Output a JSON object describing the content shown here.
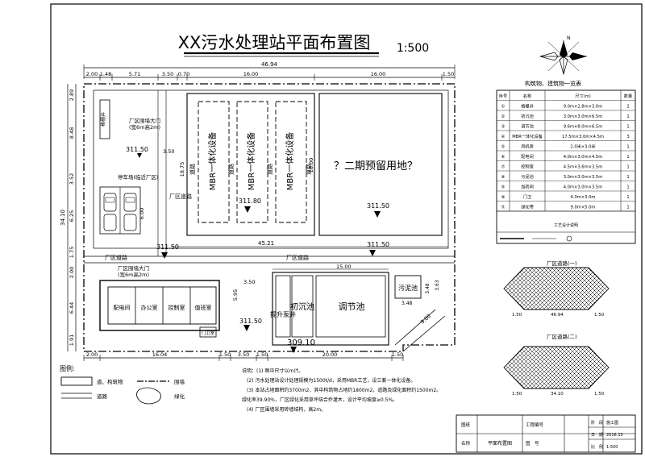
{
  "title": "XX污水处理站平面布置图",
  "scale": "1:500",
  "dims_top": {
    "total": "46.94",
    "segments": [
      "2.00",
      "1.48",
      "5.71",
      "3.50",
      "0.70",
      "16.00",
      "16.00",
      "1.50"
    ]
  },
  "dims_bottom": [
    "2.00",
    "16.04",
    "1.50",
    "3.50",
    "1.50",
    "20.00",
    "1.50"
  ],
  "dims_left": [
    "2.89",
    "8.48",
    "3.52",
    "6.25",
    "34.10",
    "1.75",
    "2.00",
    "6.44",
    "1.91"
  ],
  "labels": {
    "mbr1": "MBR一体化设备",
    "mbr2": "MBR一体化设备",
    "mbr3": "MBR一体化设备",
    "road": "道路",
    "phase2": "？二期预留用地？",
    "factory_road": "厂区道路",
    "factory_road2": "厂区道路",
    "factory_road3": "厂区道路",
    "gate_top": "厂区围墙大门",
    "gate_top_w": "(宽6m高2m)",
    "gate_mid": "厂区围墙大门",
    "gate_mid_w": "(宽6m高2m)",
    "parking": "停车场(临近厂区)",
    "sludge": "污泥池",
    "equalize": "调节池",
    "primary": "初沉池",
    "grit": "格栅井",
    "pump": "提升泵井",
    "dist": "配电间",
    "office": "办公室",
    "control": "控制室",
    "toilet": "值班室",
    "guard": "门卫室",
    "elev_1": "311.50",
    "elev_2": "311.80",
    "elev_3": "311.50",
    "elev_4": "311.50",
    "elev_5": "311.50",
    "elev_6": "311.50",
    "elev_bottom": "309.10",
    "width_1": "15.00",
    "width_2": "45.21",
    "width_3": "18.75",
    "width_4": "18.00",
    "width_5": "6.00",
    "width_6": "3.50",
    "width_7": "3.48",
    "width_8": "3.48",
    "width_9": "9.00",
    "width_10": "5.95",
    "width_11": "3.63"
  },
  "legend": {
    "title": "图例:",
    "item1": "道、构筑物",
    "item2": "围墙",
    "item3": "道路",
    "item4": "绿化"
  },
  "notes": [
    "说明：(1) 图中尺寸以m计。",
    "(2) 污水处理站设计处理规模为1500t/d，采用MBR工艺，设三套一体化设备。",
    "(3) 本站占地面积约3700m2，其中构筑物占地约1800m2，道路及绿化面积约1500m2。",
    "绿化率39.90%，厂区绿化采用草坪结合乔灌木，设计平均坡度≥0.5%。",
    "(4) 厂区围墙采用砖墙结构，高2m。"
  ],
  "compass_label": "N",
  "table": {
    "title": "构筑物、建筑物一览表",
    "headers": [
      "序号",
      "名称",
      "尺寸(m)",
      "数量"
    ],
    "rows": [
      [
        "①",
        "格栅井",
        "9.0m×2.8m×3.0m",
        "2"
      ],
      [
        "②",
        "初沉池",
        "3.0m×3.0m×6.5m",
        "1"
      ],
      [
        "③",
        "调节池",
        "9.6m×8.0m×6.5m",
        "1"
      ],
      [
        "④",
        "MBR一体化设备",
        "17.5m×3.0m×4.5m",
        "3"
      ],
      [
        "⑤",
        "风机房",
        "2.0米×3.0米",
        "1"
      ],
      [
        "⑥",
        "配电间",
        "4.0m×3.0m×4.5m",
        "1"
      ],
      [
        "⑦",
        "控制室",
        "4.5m×3.6m×3.5m",
        "1"
      ],
      [
        "⑧",
        "污泥池",
        "3.0m×3.0m×3.5m",
        "1"
      ],
      [
        "⑨",
        "加药间",
        "4.0m×3.0m×3.5m",
        "1"
      ],
      [
        "⑩",
        "门卫",
        "4.0m×3.0m",
        "1"
      ],
      [
        "⑪",
        "绿化带",
        "9.0m×5.0m",
        "1"
      ]
    ],
    "footer": "工艺设计说明"
  },
  "road_section_1": {
    "title": "厂区道路(一)",
    "dims": [
      "1.50",
      "46.94",
      "1.50"
    ]
  },
  "road_section_2": {
    "title": "厂区道路(二)",
    "dims": [
      "1.50",
      "34.10",
      "1.50"
    ]
  },
  "title_block": {
    "drawing_label": "图纸",
    "name_label": "名称",
    "name_value": "平面布置图",
    "project_label": "工程编号",
    "number_label": "图　号",
    "stage_label": "阶　段",
    "stage_value": "施工图",
    "date_label": "日　期",
    "date_value": "2016.10",
    "ratio_label": "比　例",
    "ratio_value": "1:500"
  }
}
